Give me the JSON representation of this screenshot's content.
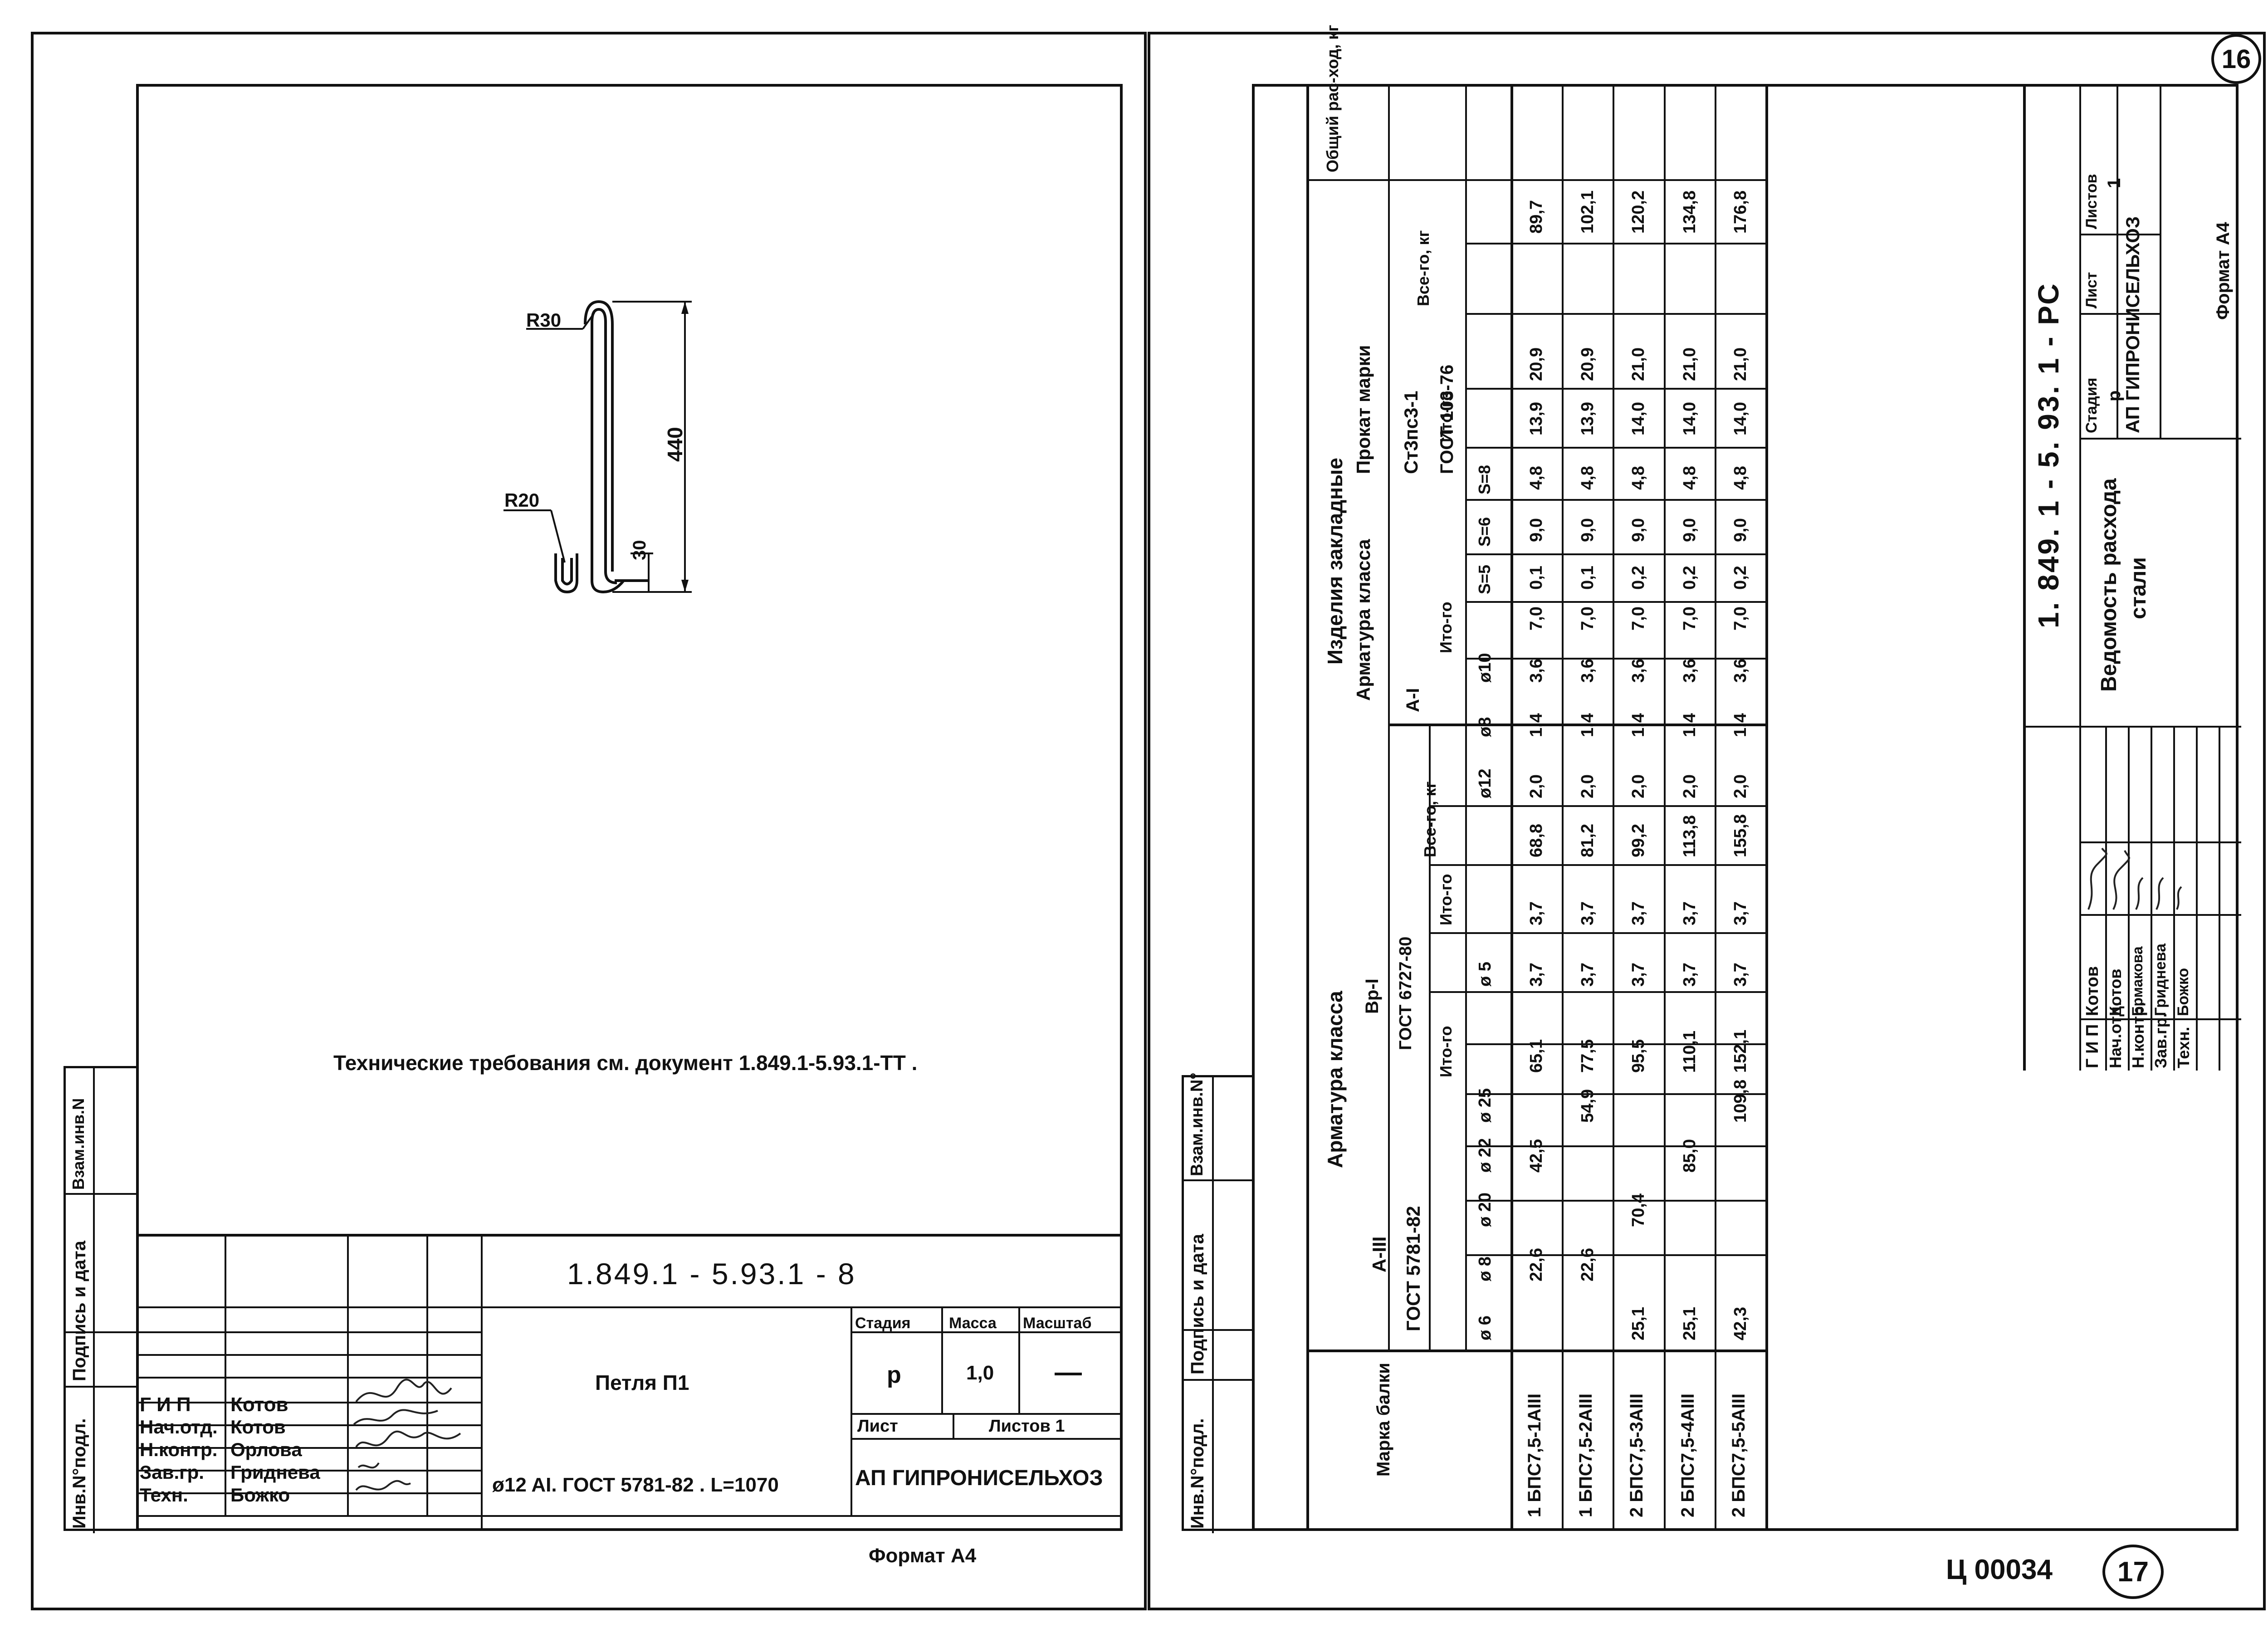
{
  "left_sheet": {
    "side_stamp": {
      "inv_podl": "Инв.N°подл.",
      "podpis_data": "Подпись и дата",
      "vzam_inv": "Взам.инв.N"
    },
    "drawing": {
      "r30": "R30",
      "r20": "R20",
      "dim_440": "440",
      "dim_30": "30"
    },
    "note": "Технические требования см. документ  1.849.1-5.93.1-ТТ .",
    "title_block": {
      "doc_code": "1.849.1 - 5.93.1  - 8",
      "part_name": "Петля П1",
      "material": "ø12 AI. ГОСТ 5781-82 . L=1070",
      "stadia_label": "Стадия",
      "massa_label": "Масса",
      "masshtab_label": "Масштаб",
      "stadia": "р",
      "massa": "1,0",
      "masshtab": "—",
      "list_label": "Лист",
      "listov_label": "Листов 1",
      "org": "АП ГИПРОНИСЕЛЬХОЗ",
      "roles": [
        {
          "role": "Г И П",
          "name": "Котов"
        },
        {
          "role": "Нач.отд.",
          "name": "Котов"
        },
        {
          "role": "Н.контр.",
          "name": "Орлова"
        },
        {
          "role": "Зав.гр.",
          "name": "Гриднева"
        },
        {
          "role": "Техн.",
          "name": "Божко"
        }
      ]
    },
    "format": "Формат А4"
  },
  "right_sheet": {
    "page_no_top": "16",
    "page_no_bottom": "17",
    "archive_code": "Ц 00034",
    "side_stamp": {
      "inv_podl": "Инв.N°подл.",
      "podpis_data": "Подпись и дата",
      "vzam_inv": "Взам.инв.N°"
    },
    "table": {
      "col_marka": "Марка балки",
      "grp_armatura": "Арматура класса",
      "a3_label": "А-III",
      "gost_5781": "ГОСТ 5781-82",
      "bp1_label": "Вр-I",
      "gost_6727": "ГОСТ 6727-80",
      "itogo": "Ито-го",
      "vsego_kg": "Все-го, кг",
      "grp_izdelia": "Изделия закладные",
      "arm_klassa": "Арматура класса",
      "a1_label": "А-I",
      "prokat": "Прокат марки",
      "st3": "Ст3пс3-1",
      "gost_103": "ГОСТ 103-76",
      "obshchiy": "Общий рас-ход, кг",
      "diam_headers": [
        "ø 6",
        "ø 8",
        "ø 20",
        "ø 22",
        "ø 25",
        "Ито-го",
        "ø 5",
        "Ито-го",
        "Все-го, кг",
        "ø12",
        "ø8",
        "ø10",
        "Ито-го",
        "S=5",
        "S=6",
        "S=8",
        "Ито-го",
        "Все-го, кг",
        ""
      ],
      "rows": [
        {
          "mark": "1 БПС7,5-1АIII",
          "v": [
            "",
            "22,6",
            "",
            "42,5",
            "",
            "65,1",
            "3,7",
            "3,7",
            "68,8",
            "2,0",
            "1,4",
            "3,6",
            "7,0",
            "0,1",
            "9,0",
            "4,8",
            "13,9",
            "20,9",
            "89,7"
          ]
        },
        {
          "mark": "1 БПС7,5-2АIII",
          "v": [
            "",
            "22,6",
            "",
            "",
            "54,9",
            "77,5",
            "3,7",
            "3,7",
            "81,2",
            "2,0",
            "1,4",
            "3,6",
            "7,0",
            "0,1",
            "9,0",
            "4,8",
            "13,9",
            "20,9",
            "102,1"
          ]
        },
        {
          "mark": "2 БПС7,5-3АIII",
          "v": [
            "25,1",
            "",
            "70,4",
            "",
            "",
            "95,5",
            "3,7",
            "3,7",
            "99,2",
            "2,0",
            "1,4",
            "3,6",
            "7,0",
            "0,2",
            "9,0",
            "4,8",
            "14,0",
            "21,0",
            "120,2"
          ]
        },
        {
          "mark": "2 БПС7,5-4АIII",
          "v": [
            "25,1",
            "",
            "",
            "85,0",
            "",
            "110,1",
            "3,7",
            "3,7",
            "113,8",
            "2,0",
            "1,4",
            "3,6",
            "7,0",
            "0,2",
            "9,0",
            "4,8",
            "14,0",
            "21,0",
            "134,8"
          ]
        },
        {
          "mark": "2 БПС7,5-5АIII",
          "v": [
            "42,3",
            "",
            "",
            "",
            "109,8",
            "152,1",
            "3,7",
            "3,7",
            "155,8",
            "2,0",
            "1,4",
            "3,6",
            "7,0",
            "0,2",
            "9,0",
            "4,8",
            "14,0",
            "21,0",
            "176,8"
          ]
        }
      ]
    },
    "title_block": {
      "doc_code": "1. 849. 1 - 5. 93. 1 - РС",
      "title_l1": "Ведомость расхода",
      "title_l2": "стали",
      "stadia_label": "Стадия",
      "list_label": "Лист",
      "listov_label": "Листов",
      "stadia": "р",
      "listov": "1",
      "org": "АП ГИПРОНИСЕЛЬХОЗ",
      "format": "Формат А4",
      "roles": [
        {
          "role": "Г И П",
          "name": "Котов"
        },
        {
          "role": "Нач.отд.",
          "name": "Котов"
        },
        {
          "role": "Н.контр.",
          "name": "Ермакова"
        },
        {
          "role": "Зав.гр.",
          "name": "Гриднева"
        },
        {
          "role": "Техн.",
          "name": "Божко"
        }
      ]
    }
  }
}
